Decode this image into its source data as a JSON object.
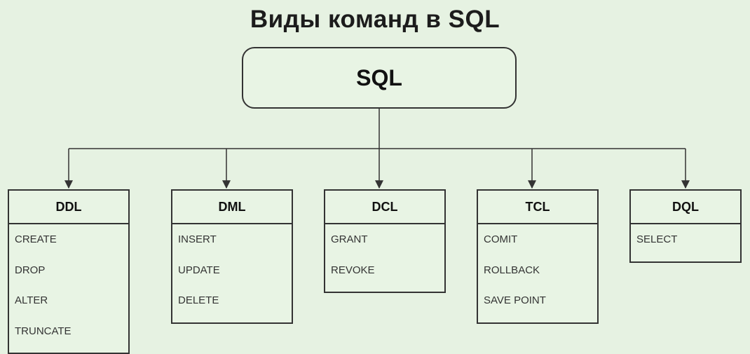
{
  "title": "Виды команд в SQL",
  "root": {
    "label": "SQL"
  },
  "categories": [
    {
      "name": "DDL",
      "commands": [
        "CREATE",
        "DROP",
        "ALTER",
        "TRUNCATE"
      ]
    },
    {
      "name": "DML",
      "commands": [
        "INSERT",
        "UPDATE",
        "DELETE"
      ]
    },
    {
      "name": "DCL",
      "commands": [
        "GRANT",
        "REVOKE"
      ]
    },
    {
      "name": "TCL",
      "commands": [
        "COMIT",
        "ROLLBACK",
        "SAVE POINT"
      ]
    },
    {
      "name": "DQL",
      "commands": [
        "SELECT"
      ]
    }
  ],
  "colors": {
    "background": "#e6f2e2",
    "stroke": "#333333"
  }
}
